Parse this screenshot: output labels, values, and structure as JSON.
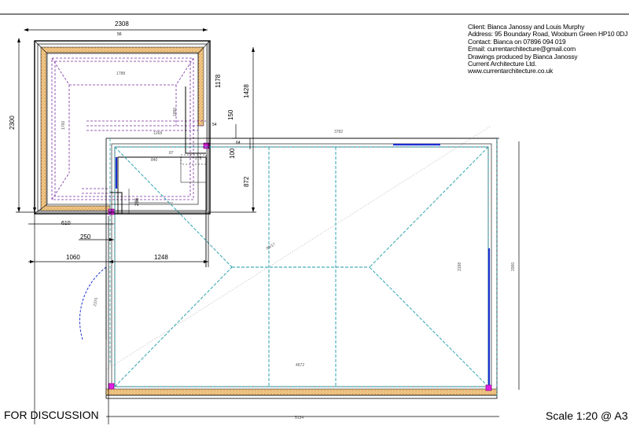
{
  "title_block": {
    "client": "Client: Bianca Janossy and Louis Murphy",
    "address": "Address: 95 Boundary Road, Wooburn Green HP10 0DJ",
    "contact": "Contact: Bianca on 07896 094 019",
    "email": "Email: currentarchitecture@gmail.com",
    "drawn_by": "Drawings produced by Bianca Janossy",
    "company": "Current Architecture Ltd.",
    "website": "www.currentarchitecture.co.uk"
  },
  "status": "FOR DISCUSSION",
  "scale": "Scale 1:20 @ A3",
  "dimensions": {
    "d2308": "2308",
    "d2300": "2300",
    "d1788": "1788",
    "d1178": "1178",
    "d1428": "1428",
    "d150": "150",
    "d100": "100",
    "d872": "872",
    "d1268": "1268",
    "d3782": "3782",
    "d1060": "1060",
    "d1248": "1248",
    "d250": "250",
    "d610": "610",
    "d286": "286",
    "d3198": "3198",
    "d3360": "3360",
    "d4672": "4672",
    "d5134": "5134",
    "d56": "56",
    "d54": "54",
    "d64": "64",
    "d8817": "88/17",
    "d840": "840",
    "d2370": "2370",
    "d1760": "1760",
    "d1880": "1880",
    "d275": "275",
    "d87": "87"
  },
  "colors": {
    "line": "#000000",
    "roof_teal": "#1a9aa8",
    "roof_purple": "#7a2ca0",
    "window_blue": "#1a2fd0",
    "node_magenta": "#e020e0",
    "insulation": "#f0c080"
  }
}
